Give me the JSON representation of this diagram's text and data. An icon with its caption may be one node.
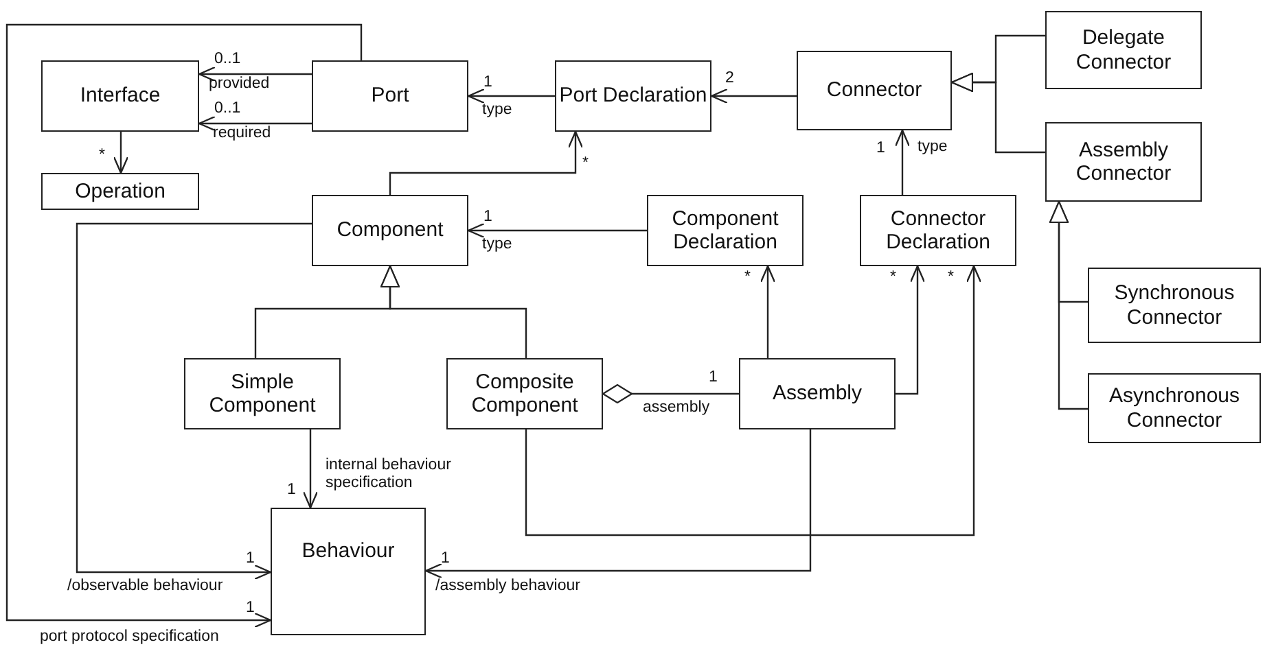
{
  "diagram": {
    "nodes": [
      {
        "text": [
          "Interface"
        ]
      },
      {
        "text": [
          "Port"
        ]
      },
      {
        "text": [
          "Port Declaration"
        ]
      },
      {
        "text": [
          "Connector"
        ]
      },
      {
        "text": [
          "Delegate Connector"
        ]
      },
      {
        "text": [
          "Operation"
        ]
      },
      {
        "text": [
          "Component"
        ]
      },
      {
        "text": [
          "Component Declaration"
        ]
      },
      {
        "text": [
          "Connector Declaration"
        ]
      },
      {
        "text": [
          "Assembly Connector"
        ]
      },
      {
        "text": [
          "Simple Component"
        ]
      },
      {
        "text": [
          "Composite Component"
        ]
      },
      {
        "text": [
          "Assembly"
        ]
      },
      {
        "text": [
          "Synchronous Connector"
        ]
      },
      {
        "text": [
          "Asynchronous Connector"
        ]
      },
      {
        "text": [
          "Behaviour"
        ]
      }
    ],
    "edges": [
      {
        "from": 1,
        "to": 0,
        "arrow": "to",
        "label": "provided"
      },
      {
        "from": 1,
        "to": 0,
        "arrow": "to",
        "label": "required"
      },
      {
        "from": 0,
        "to": 5,
        "arrow": "to"
      },
      {
        "from": 2,
        "to": 1,
        "arrow": "to",
        "label": "type"
      },
      {
        "from": 3,
        "to": 2,
        "arrow": "to"
      },
      {
        "from": 4,
        "to": 3,
        "arrow": "to"
      },
      {
        "from": 9,
        "to": 3,
        "arrow": "to"
      },
      {
        "from": 6,
        "to": 2,
        "arrow": "to"
      },
      {
        "from": 7,
        "to": 6,
        "arrow": "to",
        "label": "type"
      },
      {
        "from": 8,
        "to": 3,
        "arrow": "to",
        "label": "type"
      },
      {
        "from": 10,
        "to": 6,
        "arrow": "to"
      },
      {
        "from": 11,
        "to": 6,
        "arrow": "to"
      },
      {
        "from": 11,
        "to": 12,
        "arrow": "other",
        "label": "assembly"
      },
      {
        "from": 12,
        "to": 7,
        "arrow": "to"
      },
      {
        "from": 12,
        "to": 8,
        "arrow": "to"
      },
      {
        "from": 11,
        "to": 8,
        "arrow": "to"
      },
      {
        "from": 10,
        "to": 15,
        "arrow": "to",
        "label": "internal behaviour specification"
      },
      {
        "from": 6,
        "to": 15,
        "arrow": "to",
        "label": "/observable behaviour"
      },
      {
        "from": 1,
        "to": 15,
        "arrow": "to",
        "label": "port protocol specification"
      },
      {
        "from": 12,
        "to": 15,
        "arrow": "to",
        "label": "/assembly behaviour"
      },
      {
        "from": 13,
        "to": 9,
        "arrow": "to"
      },
      {
        "from": 14,
        "to": 9,
        "arrow": "to"
      }
    ],
    "labels": [
      "0..1",
      "1",
      "2",
      "0..1",
      "*",
      "*",
      "1",
      "1",
      "*",
      "*",
      "*",
      "1",
      "1",
      "1",
      "1",
      "1"
    ]
  }
}
